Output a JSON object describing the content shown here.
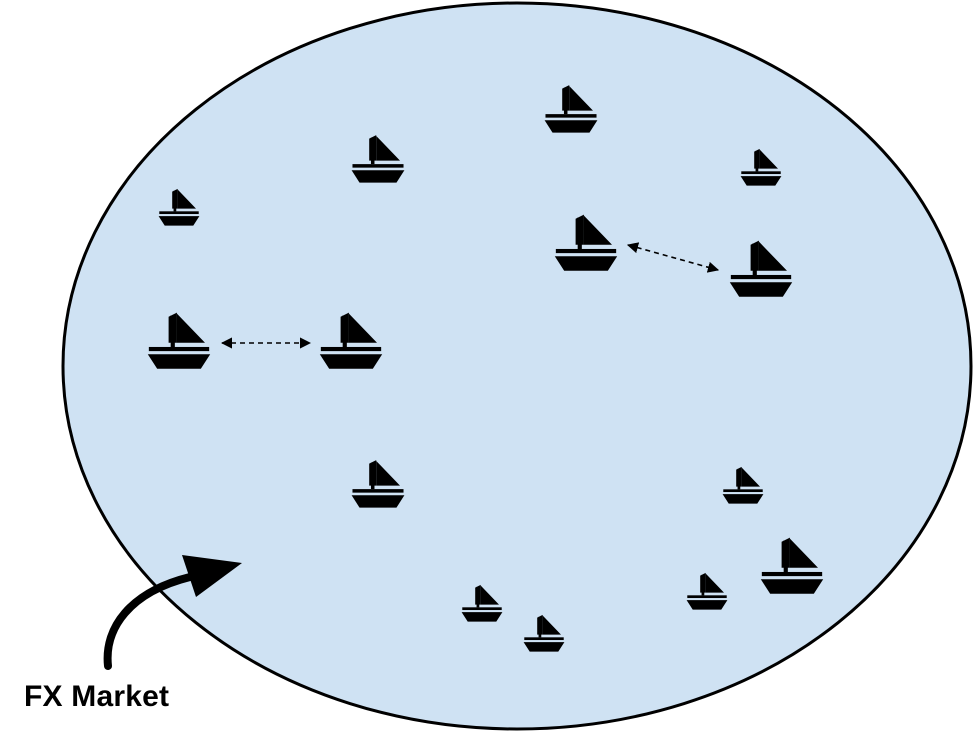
{
  "label": "FX Market",
  "colors": {
    "market_fill": "#cfe2f3",
    "outline": "#000000",
    "boat": "#000000"
  },
  "icon": "sailboat-icon",
  "boats": [
    {
      "id": "boat-1",
      "size": "small"
    },
    {
      "id": "boat-2",
      "size": "medium"
    },
    {
      "id": "boat-3",
      "size": "medium"
    },
    {
      "id": "boat-4",
      "size": "small"
    },
    {
      "id": "boat-5",
      "size": "large"
    },
    {
      "id": "boat-6",
      "size": "large"
    },
    {
      "id": "boat-7",
      "size": "large"
    },
    {
      "id": "boat-8",
      "size": "large"
    },
    {
      "id": "boat-9",
      "size": "medium"
    },
    {
      "id": "boat-10",
      "size": "small"
    },
    {
      "id": "boat-11",
      "size": "large"
    },
    {
      "id": "boat-12",
      "size": "small"
    },
    {
      "id": "boat-13",
      "size": "small"
    },
    {
      "id": "boat-14",
      "size": "small"
    }
  ],
  "links": [
    {
      "from": "boat-5",
      "to": "boat-6",
      "style": "dashed-double-arrow"
    },
    {
      "from": "boat-7",
      "to": "boat-8",
      "style": "dashed-double-arrow"
    }
  ]
}
